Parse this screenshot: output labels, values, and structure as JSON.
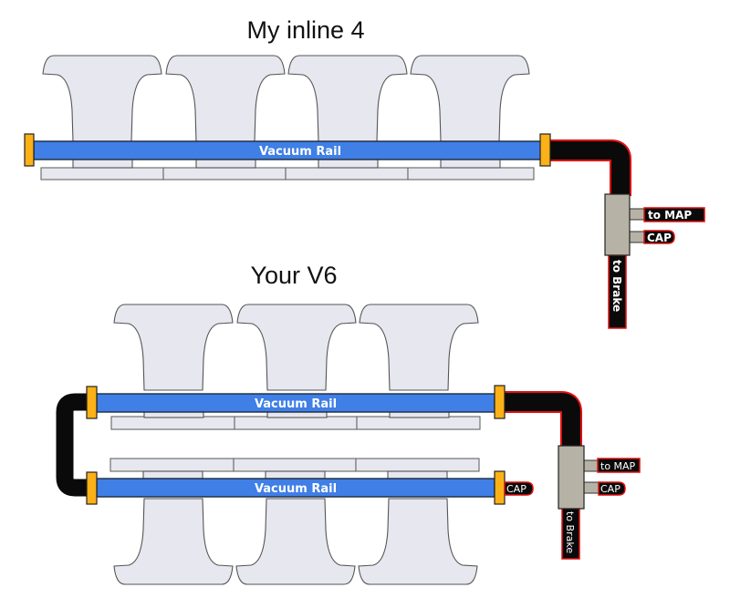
{
  "diagrams": {
    "inline4": {
      "title": "My inline 4",
      "cylinders": 4,
      "rail_label": "Vacuum Rail",
      "tee_labels": {
        "map": "to MAP",
        "cap": "CAP",
        "brake": "to Brake"
      }
    },
    "v6": {
      "title": "Your V6",
      "cylinders_per_bank": 3,
      "rail_labels": [
        "Vacuum Rail",
        "Vacuum Rail"
      ],
      "rail_end_cap": "CAP",
      "tee_labels": {
        "map": "to MAP",
        "cap": "CAP",
        "brake": "to Brake"
      }
    }
  },
  "colors": {
    "rail": "#3f7fe6",
    "fitting": "#fbb117",
    "hose": "#0a0a0a",
    "hose_outline": "#e01010",
    "tee": "#b6b2a6",
    "runner": "#e6e7ef"
  }
}
